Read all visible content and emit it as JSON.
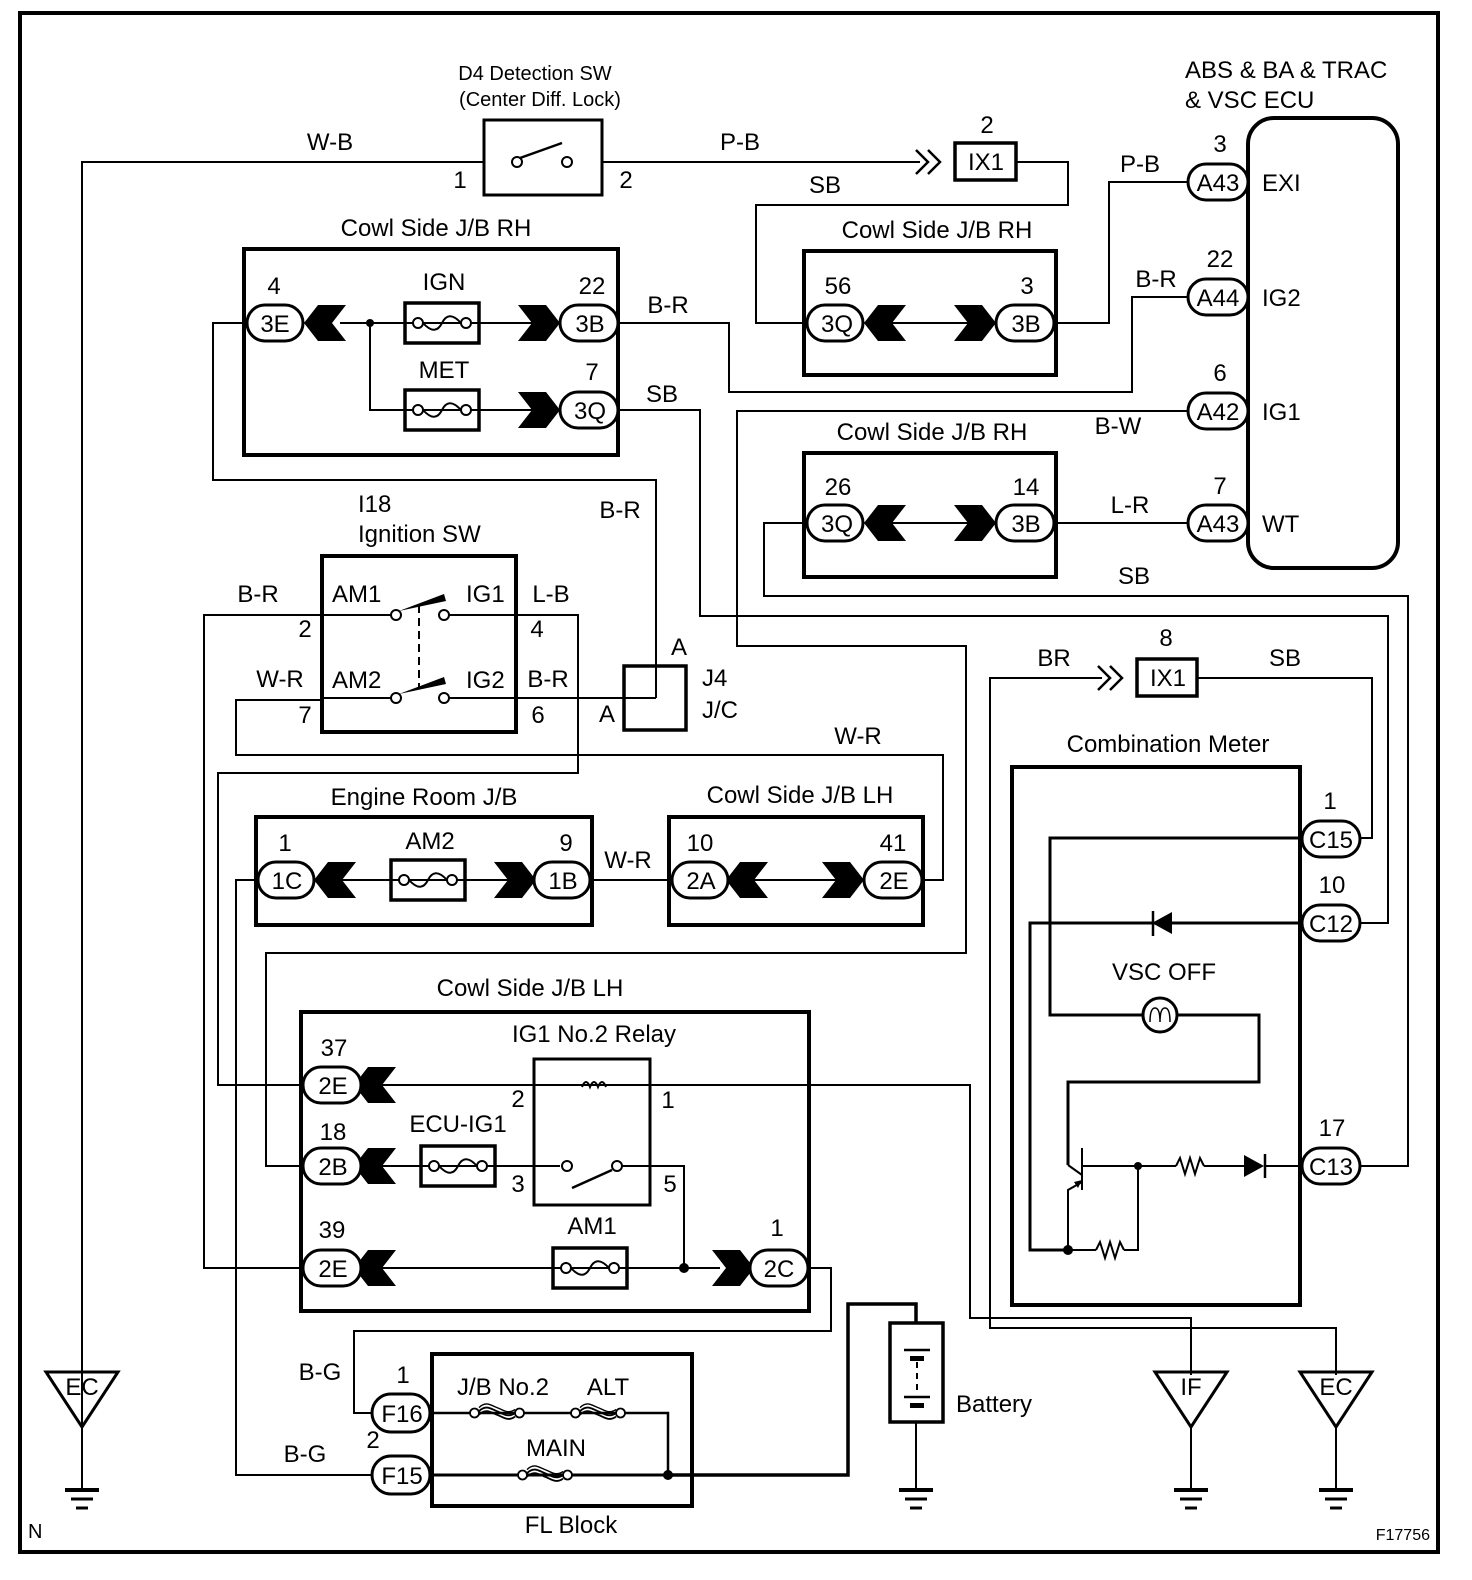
{
  "figure_id": "F17756",
  "corner_mark": "N",
  "components": {
    "d4_switch": {
      "title": "D4 Detection SW",
      "subtitle": "(Center Diff. Lock)",
      "pin_left": "1",
      "pin_right": "2"
    },
    "ecu": {
      "title_line1": "ABS & BA & TRAC",
      "title_line2": "& VSC ECU",
      "pins": [
        {
          "num": "3",
          "conn": "A43",
          "name": "EXI"
        },
        {
          "num": "22",
          "conn": "A44",
          "name": "IG2"
        },
        {
          "num": "6",
          "conn": "A42",
          "name": "IG1"
        },
        {
          "num": "7",
          "conn": "A43",
          "name": "WT"
        }
      ]
    },
    "ix1_top": {
      "pin": "2",
      "label": "IX1"
    },
    "ix1_meter": {
      "pin": "8",
      "label": "IX1"
    },
    "cowl_rh_1": {
      "title": "Cowl Side J/B RH",
      "left": {
        "num": "4",
        "conn": "3E"
      },
      "right_top": {
        "num": "22",
        "conn": "3B"
      },
      "right_bottom": {
        "num": "7",
        "conn": "3Q"
      },
      "fuse_top": "IGN",
      "fuse_bottom": "MET"
    },
    "cowl_rh_2": {
      "title": "Cowl Side J/B RH",
      "left": {
        "num": "56",
        "conn": "3Q"
      },
      "right": {
        "num": "3",
        "conn": "3B"
      }
    },
    "cowl_rh_3": {
      "title": "Cowl Side J/B RH",
      "left": {
        "num": "26",
        "conn": "3Q"
      },
      "right": {
        "num": "14",
        "conn": "3B"
      }
    },
    "ignition_sw": {
      "id": "I18",
      "title": "Ignition SW",
      "am1": "AM1",
      "ig1": "IG1",
      "am2": "AM2",
      "ig2": "IG2",
      "pin_am1": "2",
      "pin_ig1": "4",
      "pin_am2": "7",
      "pin_ig2": "6"
    },
    "jc": {
      "id": "J4",
      "name": "J/C",
      "pin_top": "A",
      "pin_left": "A"
    },
    "engine_room_jb": {
      "title": "Engine Room J/B",
      "left": {
        "num": "1",
        "conn": "1C"
      },
      "right": {
        "num": "9",
        "conn": "1B"
      },
      "fuse": "AM2"
    },
    "cowl_lh_1": {
      "title": "Cowl Side J/B LH",
      "left": {
        "num": "10",
        "conn": "2A"
      },
      "right": {
        "num": "41",
        "conn": "2E"
      }
    },
    "cowl_lh_2": {
      "title": "Cowl Side J/B LH",
      "relay": "IG1 No.2 Relay",
      "pin37": {
        "num": "37",
        "conn": "2E"
      },
      "pin18": {
        "num": "18",
        "conn": "2B"
      },
      "pin39": {
        "num": "39",
        "conn": "2E"
      },
      "pin1": {
        "num": "1",
        "conn": "2C"
      },
      "fuse_ecu": "ECU-IG1",
      "fuse_am1": "AM1",
      "relay_pins": [
        "2",
        "1",
        "3",
        "5"
      ]
    },
    "fl_block": {
      "title": "FL Block",
      "f16": {
        "num": "1",
        "conn": "F16"
      },
      "f15": {
        "num": "2",
        "conn": "F15"
      },
      "fuse_jb2": "J/B No.2",
      "fuse_alt": "ALT",
      "fuse_main": "MAIN"
    },
    "battery": {
      "label": "Battery"
    },
    "meter": {
      "title": "Combination Meter",
      "lamp": "VSC OFF",
      "pins": [
        {
          "num": "1",
          "conn": "C15"
        },
        {
          "num": "10",
          "conn": "C12"
        },
        {
          "num": "17",
          "conn": "C13"
        }
      ]
    },
    "grounds": [
      "EC",
      "IF",
      "EC"
    ]
  },
  "wire_colors": {
    "w_b": "W-B",
    "p_b_1": "P-B",
    "p_b_2": "P-B",
    "sb_ix": "SB",
    "b_r_3b": "B-R",
    "sb_3q": "SB",
    "b_r_a44": "B-R",
    "b_w": "B-W",
    "l_r": "L-R",
    "sb_wt": "SB",
    "b_r_jc": "B-R",
    "b_r_am1": "B-R",
    "l_b": "L-B",
    "w_r_am2": "W-R",
    "b_r_ig2": "B-R",
    "w_r_2e": "W-R",
    "w_r_1b": "W-R",
    "br": "BR",
    "sb_meter": "SB",
    "b_g_1": "B-G",
    "b_g_2": "B-G"
  }
}
